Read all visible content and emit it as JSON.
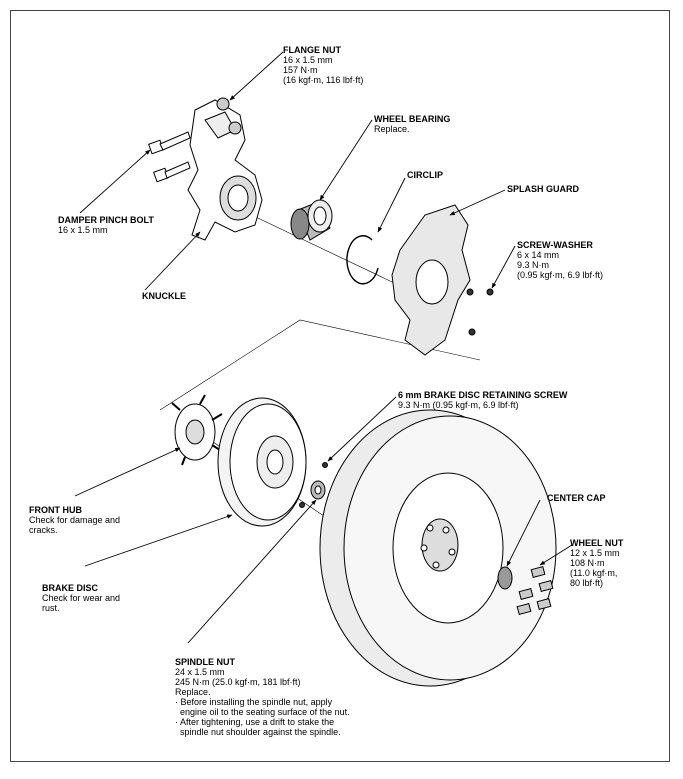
{
  "labels": {
    "flange_nut": {
      "title": "FLANGE NUT",
      "lines": [
        "16 x 1.5 mm",
        "157 N·m",
        "(16 kgf·m, 116 lbf·ft)"
      ]
    },
    "wheel_bearing": {
      "title": "WHEEL BEARING",
      "lines": [
        "Replace."
      ]
    },
    "circlip": {
      "title": "CIRCLIP"
    },
    "splash_guard": {
      "title": "SPLASH GUARD"
    },
    "screw_washer": {
      "title": "SCREW-WASHER",
      "lines": [
        "6 x 14 mm",
        "9.3 N·m",
        "(0.95 kgf·m, 6.9 lbf·ft)"
      ]
    },
    "damper_pinch_bolt": {
      "title": "DAMPER PINCH BOLT",
      "lines": [
        "16 x 1.5 mm"
      ]
    },
    "knuckle": {
      "title": "KNUCKLE"
    },
    "retaining_screw": {
      "title": "6 mm BRAKE DISC RETAINING SCREW",
      "lines": [
        "9.3 N·m (0.95 kgf·m, 6.9 lbf·ft)"
      ]
    },
    "front_hub": {
      "title": "FRONT HUB",
      "lines": [
        "Check for damage and",
        "cracks."
      ]
    },
    "center_cap": {
      "title": "CENTER CAP"
    },
    "wheel_nut": {
      "title": "WHEEL NUT",
      "lines": [
        "12 x 1.5 mm",
        "108 N·m",
        "(11.0 kgf·m,",
        "80 lbf·ft)"
      ]
    },
    "brake_disc": {
      "title": "BRAKE DISC",
      "lines": [
        "Check for wear and",
        "rust."
      ]
    },
    "spindle_nut": {
      "title": "SPINDLE NUT",
      "lines": [
        "24 x 1.5 mm",
        "245 N·m (25.0 kgf·m, 181 lbf·ft)",
        "Replace."
      ],
      "bullets": [
        "· Before installing the spindle nut, apply",
        "  engine oil to the seating surface of the nut.",
        "· After tightening, use a drift to stake the",
        "  spindle nut shoulder against the spindle."
      ]
    }
  }
}
